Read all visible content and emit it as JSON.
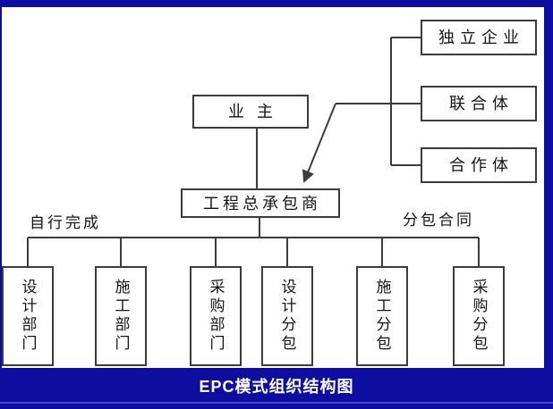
{
  "title": "EPC模式组织结构图",
  "diagram": {
    "owner": "业主",
    "contractor": "工程总承包商",
    "organization_types": [
      "独立企业",
      "联合体",
      "合作体"
    ],
    "left_branch_label": "自行完成",
    "right_branch_label": "分包合同",
    "internal_departments": [
      "设计部门",
      "施工部门",
      "采购部门"
    ],
    "subcontracts": [
      "设计分包",
      "施工分包",
      "采购分包"
    ]
  },
  "colors": {
    "slide_background": "#0d0da0",
    "canvas_background": "#ffffff",
    "line_color": "#3c3c3c",
    "title_color": "#ffffff"
  }
}
